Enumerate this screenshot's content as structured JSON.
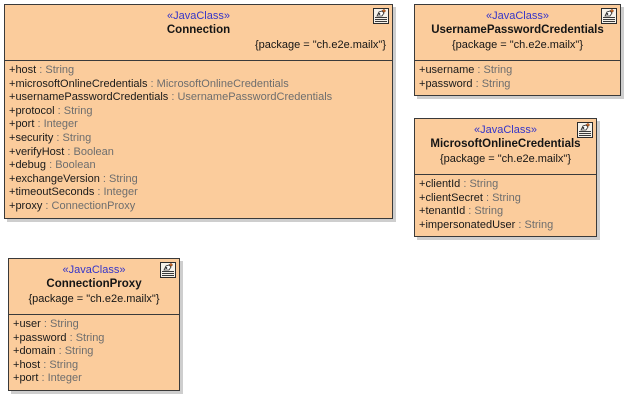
{
  "diagram": {
    "title": "UML Class Diagram",
    "background_color": "#ffffff",
    "class_fill_color": "#fbcc9c",
    "class_border_color": "#3a3a3a",
    "stereotype_color": "#3535c9",
    "type_text_color": "#6e6e6e",
    "icon_name": "java-class-icon"
  },
  "classes": [
    {
      "id": "connection",
      "stereotype": "«JavaClass»",
      "name": "Connection",
      "package": "{package = \"ch.e2e.mailx\"}",
      "icon": "java-class-icon",
      "attributes": [
        {
          "visibility": "+",
          "name": "host",
          "sep": " : ",
          "type": "String"
        },
        {
          "visibility": "+",
          "name": "microsoftOnlineCredentials",
          "sep": " : ",
          "type": "MicrosoftOnlineCredentials"
        },
        {
          "visibility": "+",
          "name": "usernamePasswordCredentials",
          "sep": " : ",
          "type": "UsernamePasswordCredentials"
        },
        {
          "visibility": "+",
          "name": "protocol",
          "sep": " : ",
          "type": "String"
        },
        {
          "visibility": "+",
          "name": "port",
          "sep": " : ",
          "type": "Integer"
        },
        {
          "visibility": "+",
          "name": "security",
          "sep": " : ",
          "type": "String"
        },
        {
          "visibility": "+",
          "name": "verifyHost",
          "sep": " : ",
          "type": "Boolean"
        },
        {
          "visibility": "+",
          "name": "debug",
          "sep": " : ",
          "type": "Boolean"
        },
        {
          "visibility": "+",
          "name": "exchangeVersion",
          "sep": " : ",
          "type": "String"
        },
        {
          "visibility": "+",
          "name": "timeoutSeconds",
          "sep": " : ",
          "type": "Integer"
        },
        {
          "visibility": "+",
          "name": "proxy",
          "sep": " : ",
          "type": "ConnectionProxy"
        }
      ]
    },
    {
      "id": "usernamepasswordcredentials",
      "stereotype": "«JavaClass»",
      "name": "UsernamePasswordCredentials",
      "package": "{package = \"ch.e2e.mailx\"}",
      "icon": "java-class-icon",
      "attributes": [
        {
          "visibility": "+",
          "name": "username",
          "sep": " : ",
          "type": "String"
        },
        {
          "visibility": "+",
          "name": "password",
          "sep": " : ",
          "type": "String"
        }
      ]
    },
    {
      "id": "microsoftonlinecredentials",
      "stereotype": "«JavaClass»",
      "name": "MicrosoftOnlineCredentials",
      "package": "{package = \"ch.e2e.mailx\"}",
      "icon": "java-class-icon",
      "attributes": [
        {
          "visibility": "+",
          "name": "clientId",
          "sep": " : ",
          "type": "String"
        },
        {
          "visibility": "+",
          "name": "clientSecret",
          "sep": " : ",
          "type": "String"
        },
        {
          "visibility": "+",
          "name": "tenantId",
          "sep": " : ",
          "type": "String"
        },
        {
          "visibility": "+",
          "name": "impersonatedUser",
          "sep": " : ",
          "type": "String"
        }
      ]
    },
    {
      "id": "connectionproxy",
      "stereotype": "«JavaClass»",
      "name": "ConnectionProxy",
      "package": "{package = \"ch.e2e.mailx\"}",
      "icon": "java-class-icon",
      "attributes": [
        {
          "visibility": "+",
          "name": "user",
          "sep": " : ",
          "type": "String"
        },
        {
          "visibility": "+",
          "name": "password",
          "sep": " : ",
          "type": "String"
        },
        {
          "visibility": "+",
          "name": "domain",
          "sep": " : ",
          "type": "String"
        },
        {
          "visibility": "+",
          "name": "host",
          "sep": " : ",
          "type": "String"
        },
        {
          "visibility": "+",
          "name": "port",
          "sep": " : ",
          "type": "Integer"
        }
      ]
    }
  ]
}
